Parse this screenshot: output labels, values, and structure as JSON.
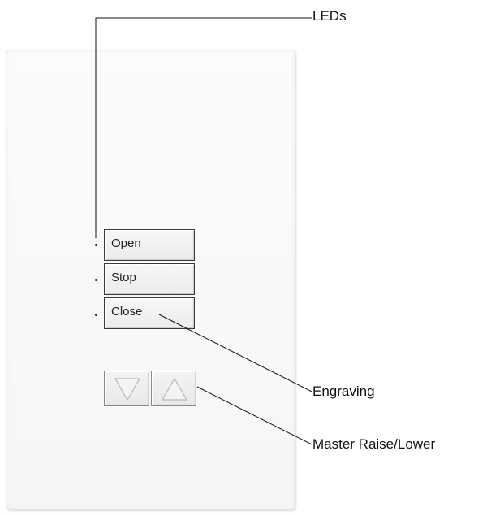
{
  "keypad": {
    "buttons": [
      {
        "label": "Open"
      },
      {
        "label": "Stop"
      },
      {
        "label": "Close"
      }
    ],
    "rocker": {
      "lower_icon": "down-triangle-icon",
      "raise_icon": "up-triangle-icon"
    }
  },
  "callouts": {
    "leds": "LEDs",
    "engraving": "Engraving",
    "master": "Master Raise/Lower"
  },
  "colors": {
    "line": "#111111",
    "button_border": "#3a3a3a",
    "faceplate": "#f8f8f8"
  }
}
